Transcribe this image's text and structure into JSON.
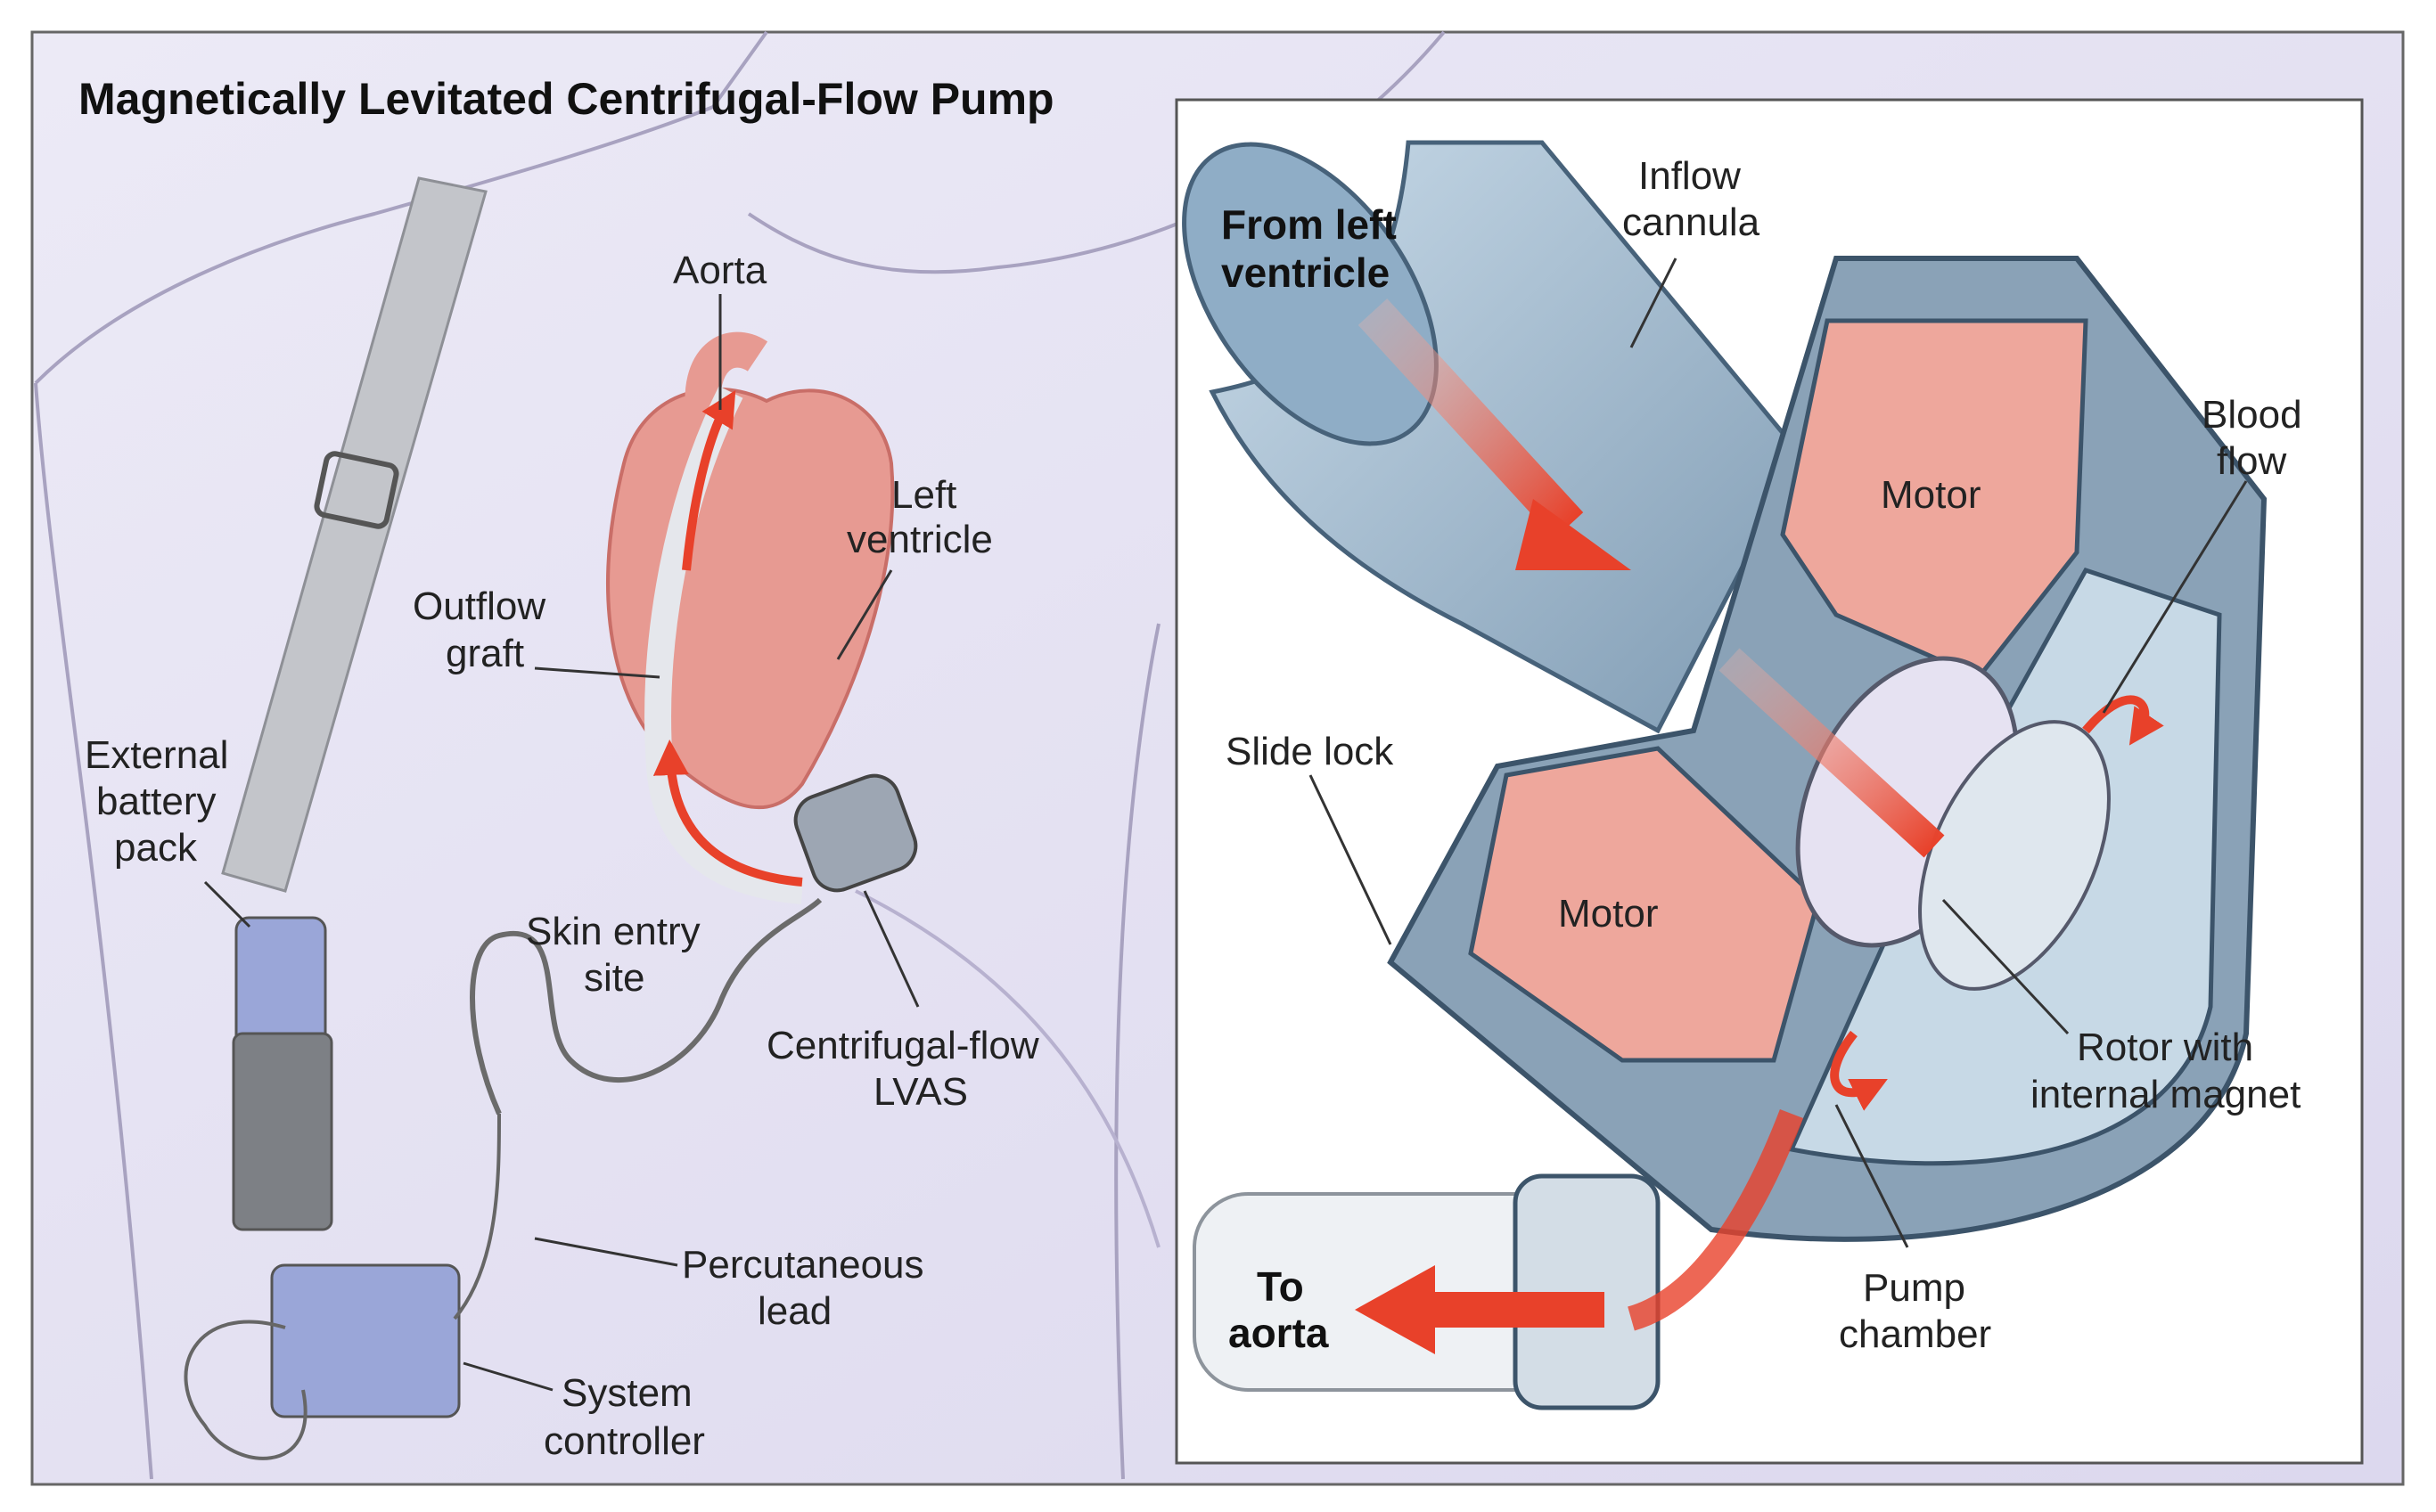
{
  "title": "Magnetically Levitated Centrifugal-Flow Pump",
  "left_panel": {
    "labels": {
      "aorta": "Aorta",
      "left_ventricle_1": "Left",
      "left_ventricle_2": "ventricle",
      "outflow_graft_1": "Outflow",
      "outflow_graft_2": "graft",
      "external_battery_1": "External",
      "external_battery_2": "battery",
      "external_battery_3": "pack",
      "skin_entry_1": "Skin entry",
      "skin_entry_2": "site",
      "lvas_1": "Centrifugal-flow",
      "lvas_2": "LVAS",
      "percutaneous_1": "Percutaneous",
      "percutaneous_2": "lead",
      "controller_1": "System",
      "controller_2": "controller"
    }
  },
  "right_panel": {
    "labels": {
      "from_lv_1": "From left",
      "from_lv_2": "ventricle",
      "inflow_1": "Inflow",
      "inflow_2": "cannula",
      "blood_flow_1": "Blood",
      "blood_flow_2": "flow",
      "motor_top": "Motor",
      "motor_bottom": "Motor",
      "slide_lock": "Slide lock",
      "rotor_1": "Rotor with",
      "rotor_2": "internal magnet",
      "to_aorta_1": "To",
      "to_aorta_2": "aorta",
      "pump_chamber_1": "Pump",
      "pump_chamber_2": "chamber"
    }
  },
  "colors": {
    "skin": "#e6e4f2",
    "skin_shadow": "#cfcbe4",
    "body_line": "#a8a2c0",
    "strap": "#bfc1c6",
    "device_blue": "#9aa6d8",
    "heart": "#e79a92",
    "heart_dark": "#c96e68",
    "arrow_red": "#e8412a",
    "steel_blue": "#a9c1d6",
    "steel_dark": "#5f7a92",
    "motor": "#eea79c"
  }
}
